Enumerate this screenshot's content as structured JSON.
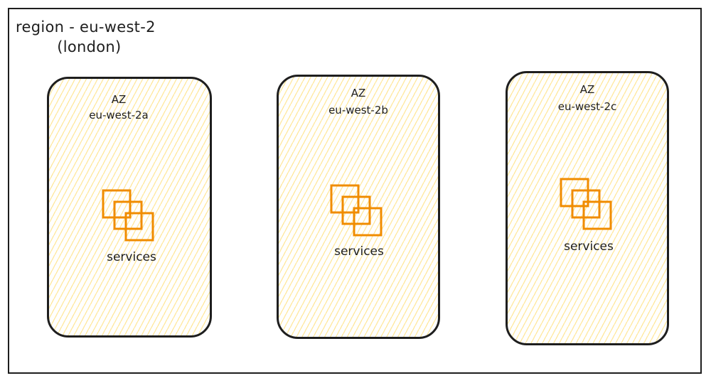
{
  "region": {
    "title_line1": "region - eu-west-2",
    "title_line2": "(london)",
    "border_color": "#1e1e1e"
  },
  "zones": [
    {
      "title": "AZ",
      "name": "eu-west-2a",
      "service_label": "services",
      "icon": "stacked-squares-icon"
    },
    {
      "title": "AZ",
      "name": "eu-west-2b",
      "service_label": "services",
      "icon": "stacked-squares-icon"
    },
    {
      "title": "AZ",
      "name": "eu-west-2c",
      "service_label": "services",
      "icon": "stacked-squares-icon"
    }
  ],
  "colors": {
    "hatch_fill": "#ffd650",
    "service_icon": "#f08c00",
    "stroke": "#1e1e1e"
  }
}
